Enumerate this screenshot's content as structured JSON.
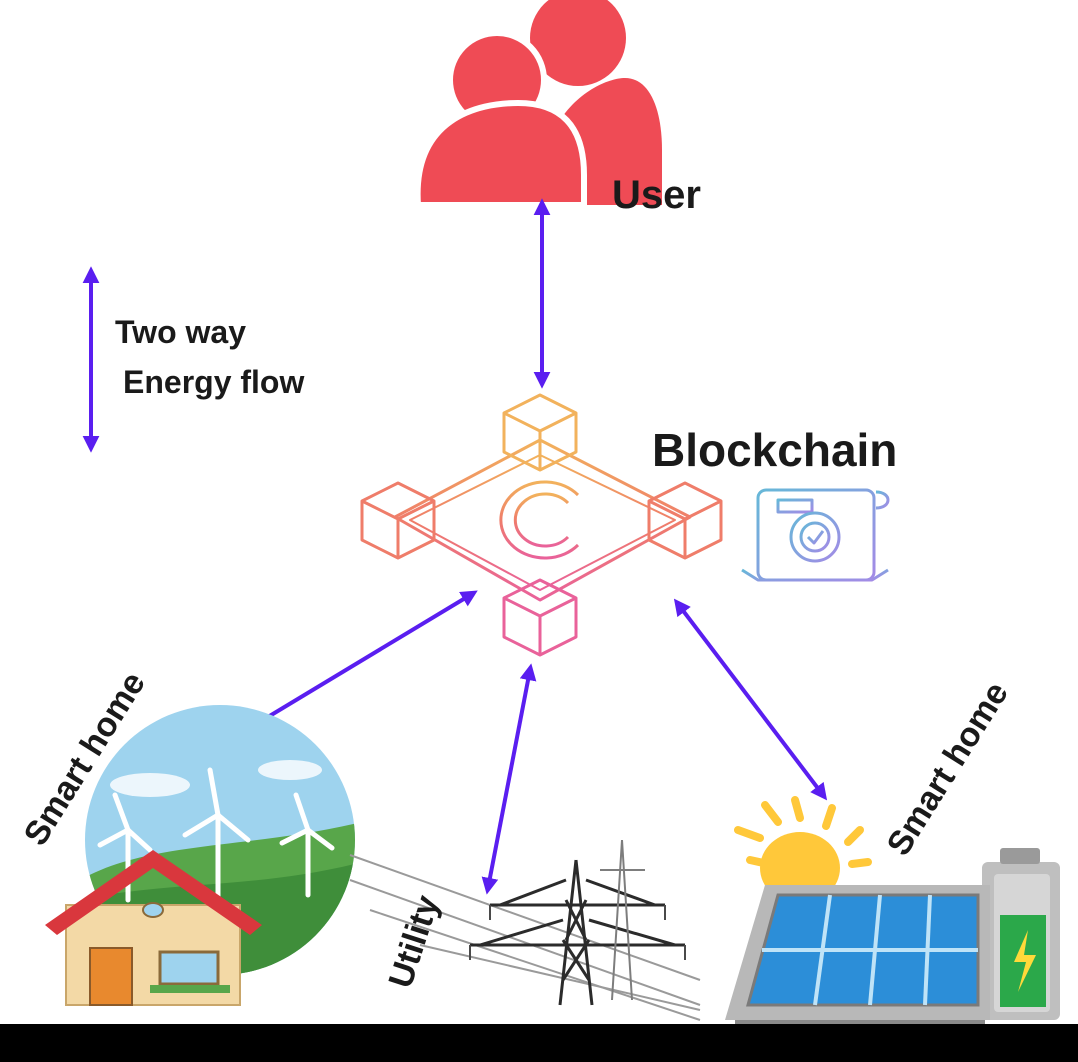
{
  "labels": {
    "user": "User",
    "legend_line1": "Two way",
    "legend_line2": "Energy flow",
    "blockchain": "Blockchain",
    "smart_home_left": "Smart home",
    "smart_home_right": "Smart home",
    "utility": "Utility"
  },
  "colors": {
    "user_icon": "#ef4b55",
    "arrow": "#5a1ef0",
    "block_orange": "#f2b25c",
    "block_coral": "#ef7d6a",
    "block_pink": "#e9629a",
    "contract_blue": "#66b8d8",
    "contract_purple": "#a48ae6",
    "text": "#1a1a1a",
    "sky": "#9ed3ee",
    "grass": "#58a64a",
    "roof": "#d9373d",
    "house_wall": "#f3d9a6",
    "sun": "#ffc83a",
    "panel": "#2c8ed8",
    "battery": "#2ba84a"
  },
  "icons": {
    "user": "users-icon",
    "blockchain": "blockchain-network-icon",
    "coin": "coin-icon",
    "contract": "smart-contract-icon",
    "wind_house": "wind-turbine-house-icon",
    "pylon": "transmission-tower-icon",
    "solar": "solar-panel-battery-icon"
  }
}
